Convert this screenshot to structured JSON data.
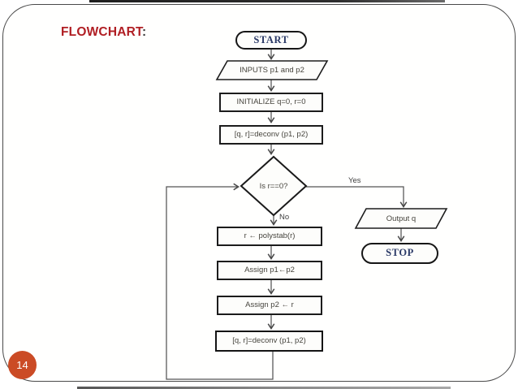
{
  "slide": {
    "title": "FLOWCHART",
    "title_colon": ":",
    "page_number": "14"
  },
  "flowchart": {
    "nodes": {
      "start": {
        "type": "terminator",
        "label": "START"
      },
      "inputs": {
        "type": "io",
        "label": "INPUTS p1 and p2"
      },
      "initialize": {
        "type": "process",
        "label": "INITIALIZE q=0, r=0"
      },
      "deconv1": {
        "type": "process",
        "label": "[q, r]=deconv (p1, p2)"
      },
      "decision": {
        "type": "decision",
        "label": "Is r==0?"
      },
      "output": {
        "type": "io",
        "label": "Output q"
      },
      "stop": {
        "type": "terminator",
        "label": "STOP"
      },
      "polystab": {
        "type": "process",
        "label": "r ← polystab(r)"
      },
      "assign_p1": {
        "type": "process",
        "label": "Assign p1←p2"
      },
      "assign_p2": {
        "type": "process",
        "label": "Assign p2 ← r"
      },
      "deconv2": {
        "type": "process",
        "label": "[q, r]=deconv (p1, p2)"
      }
    },
    "edges": {
      "yes_label": "Yes",
      "no_label": "No"
    }
  },
  "colors": {
    "title_red": "#b01e23",
    "page_badge_orange": "#cb4b25",
    "terminator_text_navy": "#2b3a67",
    "connector_gray": "#4f4f4f"
  }
}
